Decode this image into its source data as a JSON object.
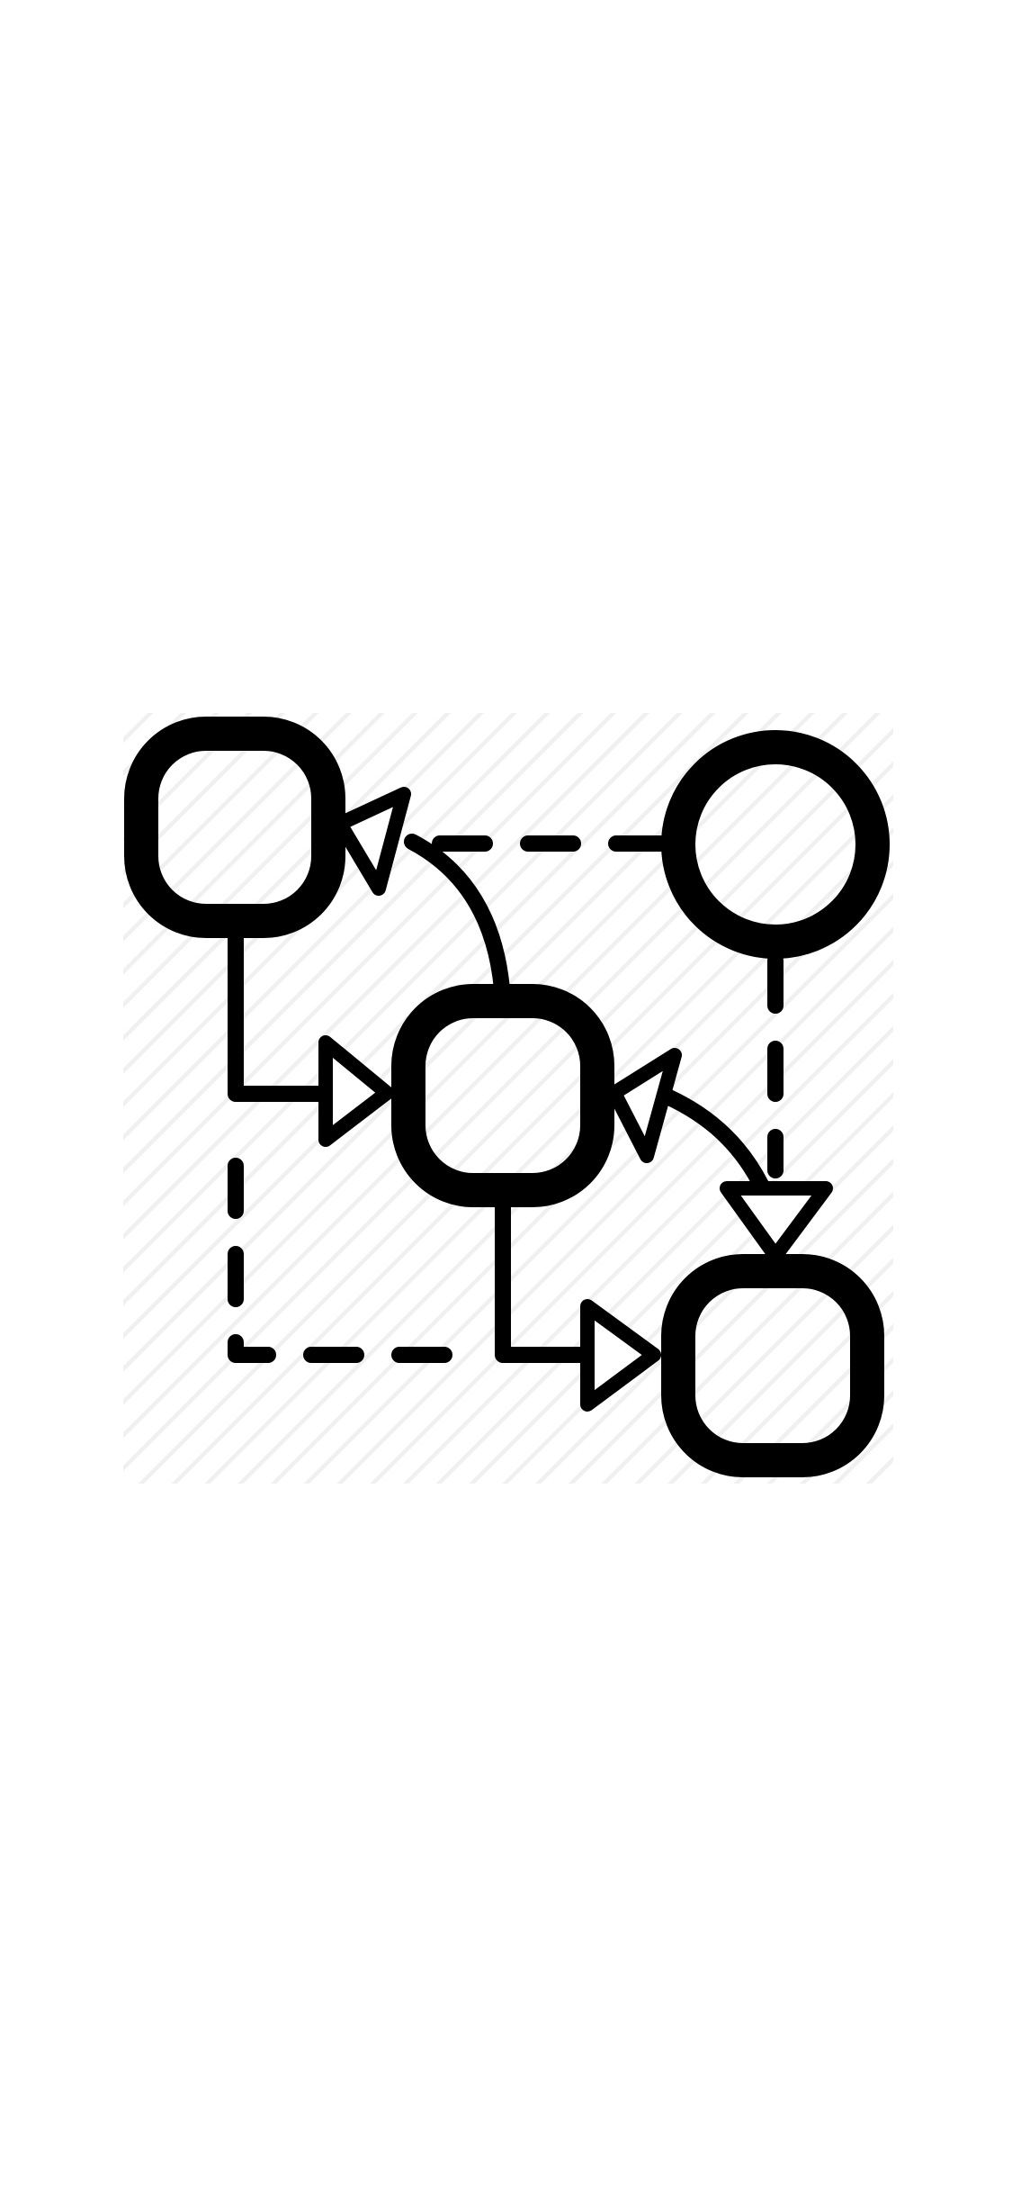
{
  "icon": {
    "name": "workflow-diagram-icon",
    "colors": {
      "stroke": "#000000",
      "fill": "#ffffff",
      "hatch_background": "#f0f0f0",
      "page_background": "#ffffff"
    },
    "nodes": [
      {
        "id": "top-left",
        "shape": "rounded-square"
      },
      {
        "id": "top-right",
        "shape": "circle"
      },
      {
        "id": "center",
        "shape": "rounded-square"
      },
      {
        "id": "bottom-right",
        "shape": "rounded-square"
      }
    ],
    "connections": [
      {
        "from": "center",
        "to": "top-left",
        "style": "solid-curve",
        "arrow": "top-left"
      },
      {
        "from": "top-right",
        "to": "top-left",
        "style": "dashed"
      },
      {
        "from": "top-left",
        "to": "center",
        "style": "solid-elbow",
        "arrow": "center"
      },
      {
        "from": "top-right",
        "to": "bottom-right",
        "style": "dashed",
        "arrow": "bottom-right"
      },
      {
        "from": "bottom-right",
        "to": "center",
        "style": "solid-curve",
        "arrow": "center"
      },
      {
        "from": "center",
        "to": "bottom-right",
        "style": "solid-elbow",
        "arrow": "bottom-right"
      },
      {
        "from": "top-left",
        "to": "bottom-right",
        "style": "dashed-elbow"
      }
    ]
  }
}
